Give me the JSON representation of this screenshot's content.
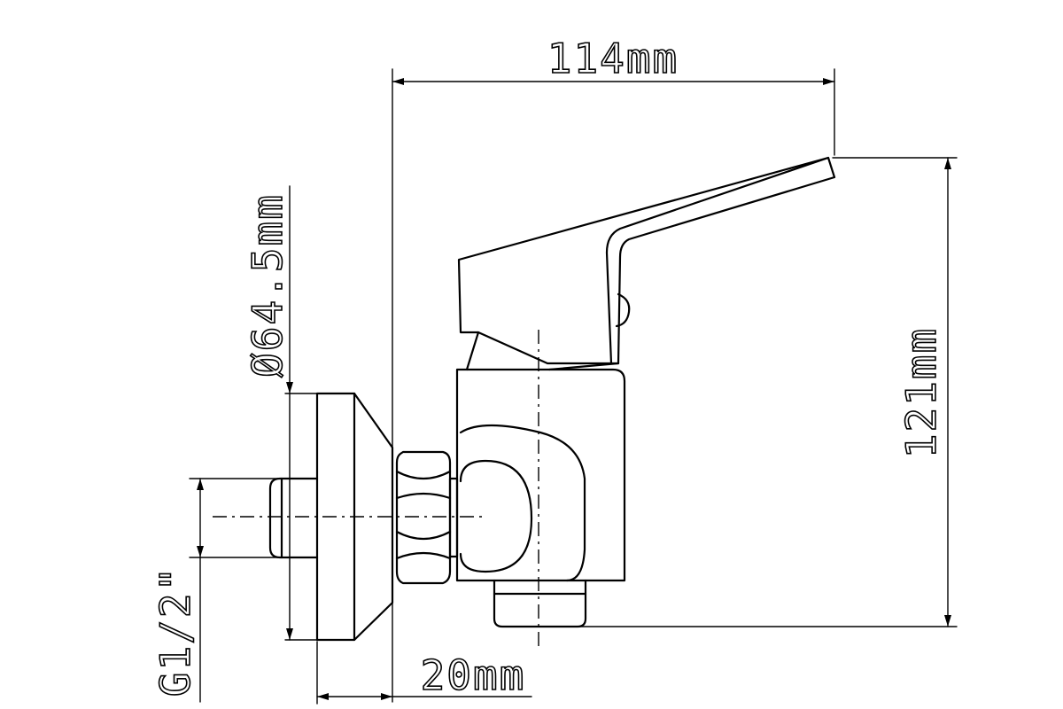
{
  "dimensions": {
    "overall_width": "114mm",
    "overall_height": "121mm",
    "flange_diameter": "Ø64.5mm",
    "thread": "G1/2\"",
    "inlet_length": "20mm"
  },
  "colors": {
    "line": "#000000",
    "background": "#ffffff"
  }
}
